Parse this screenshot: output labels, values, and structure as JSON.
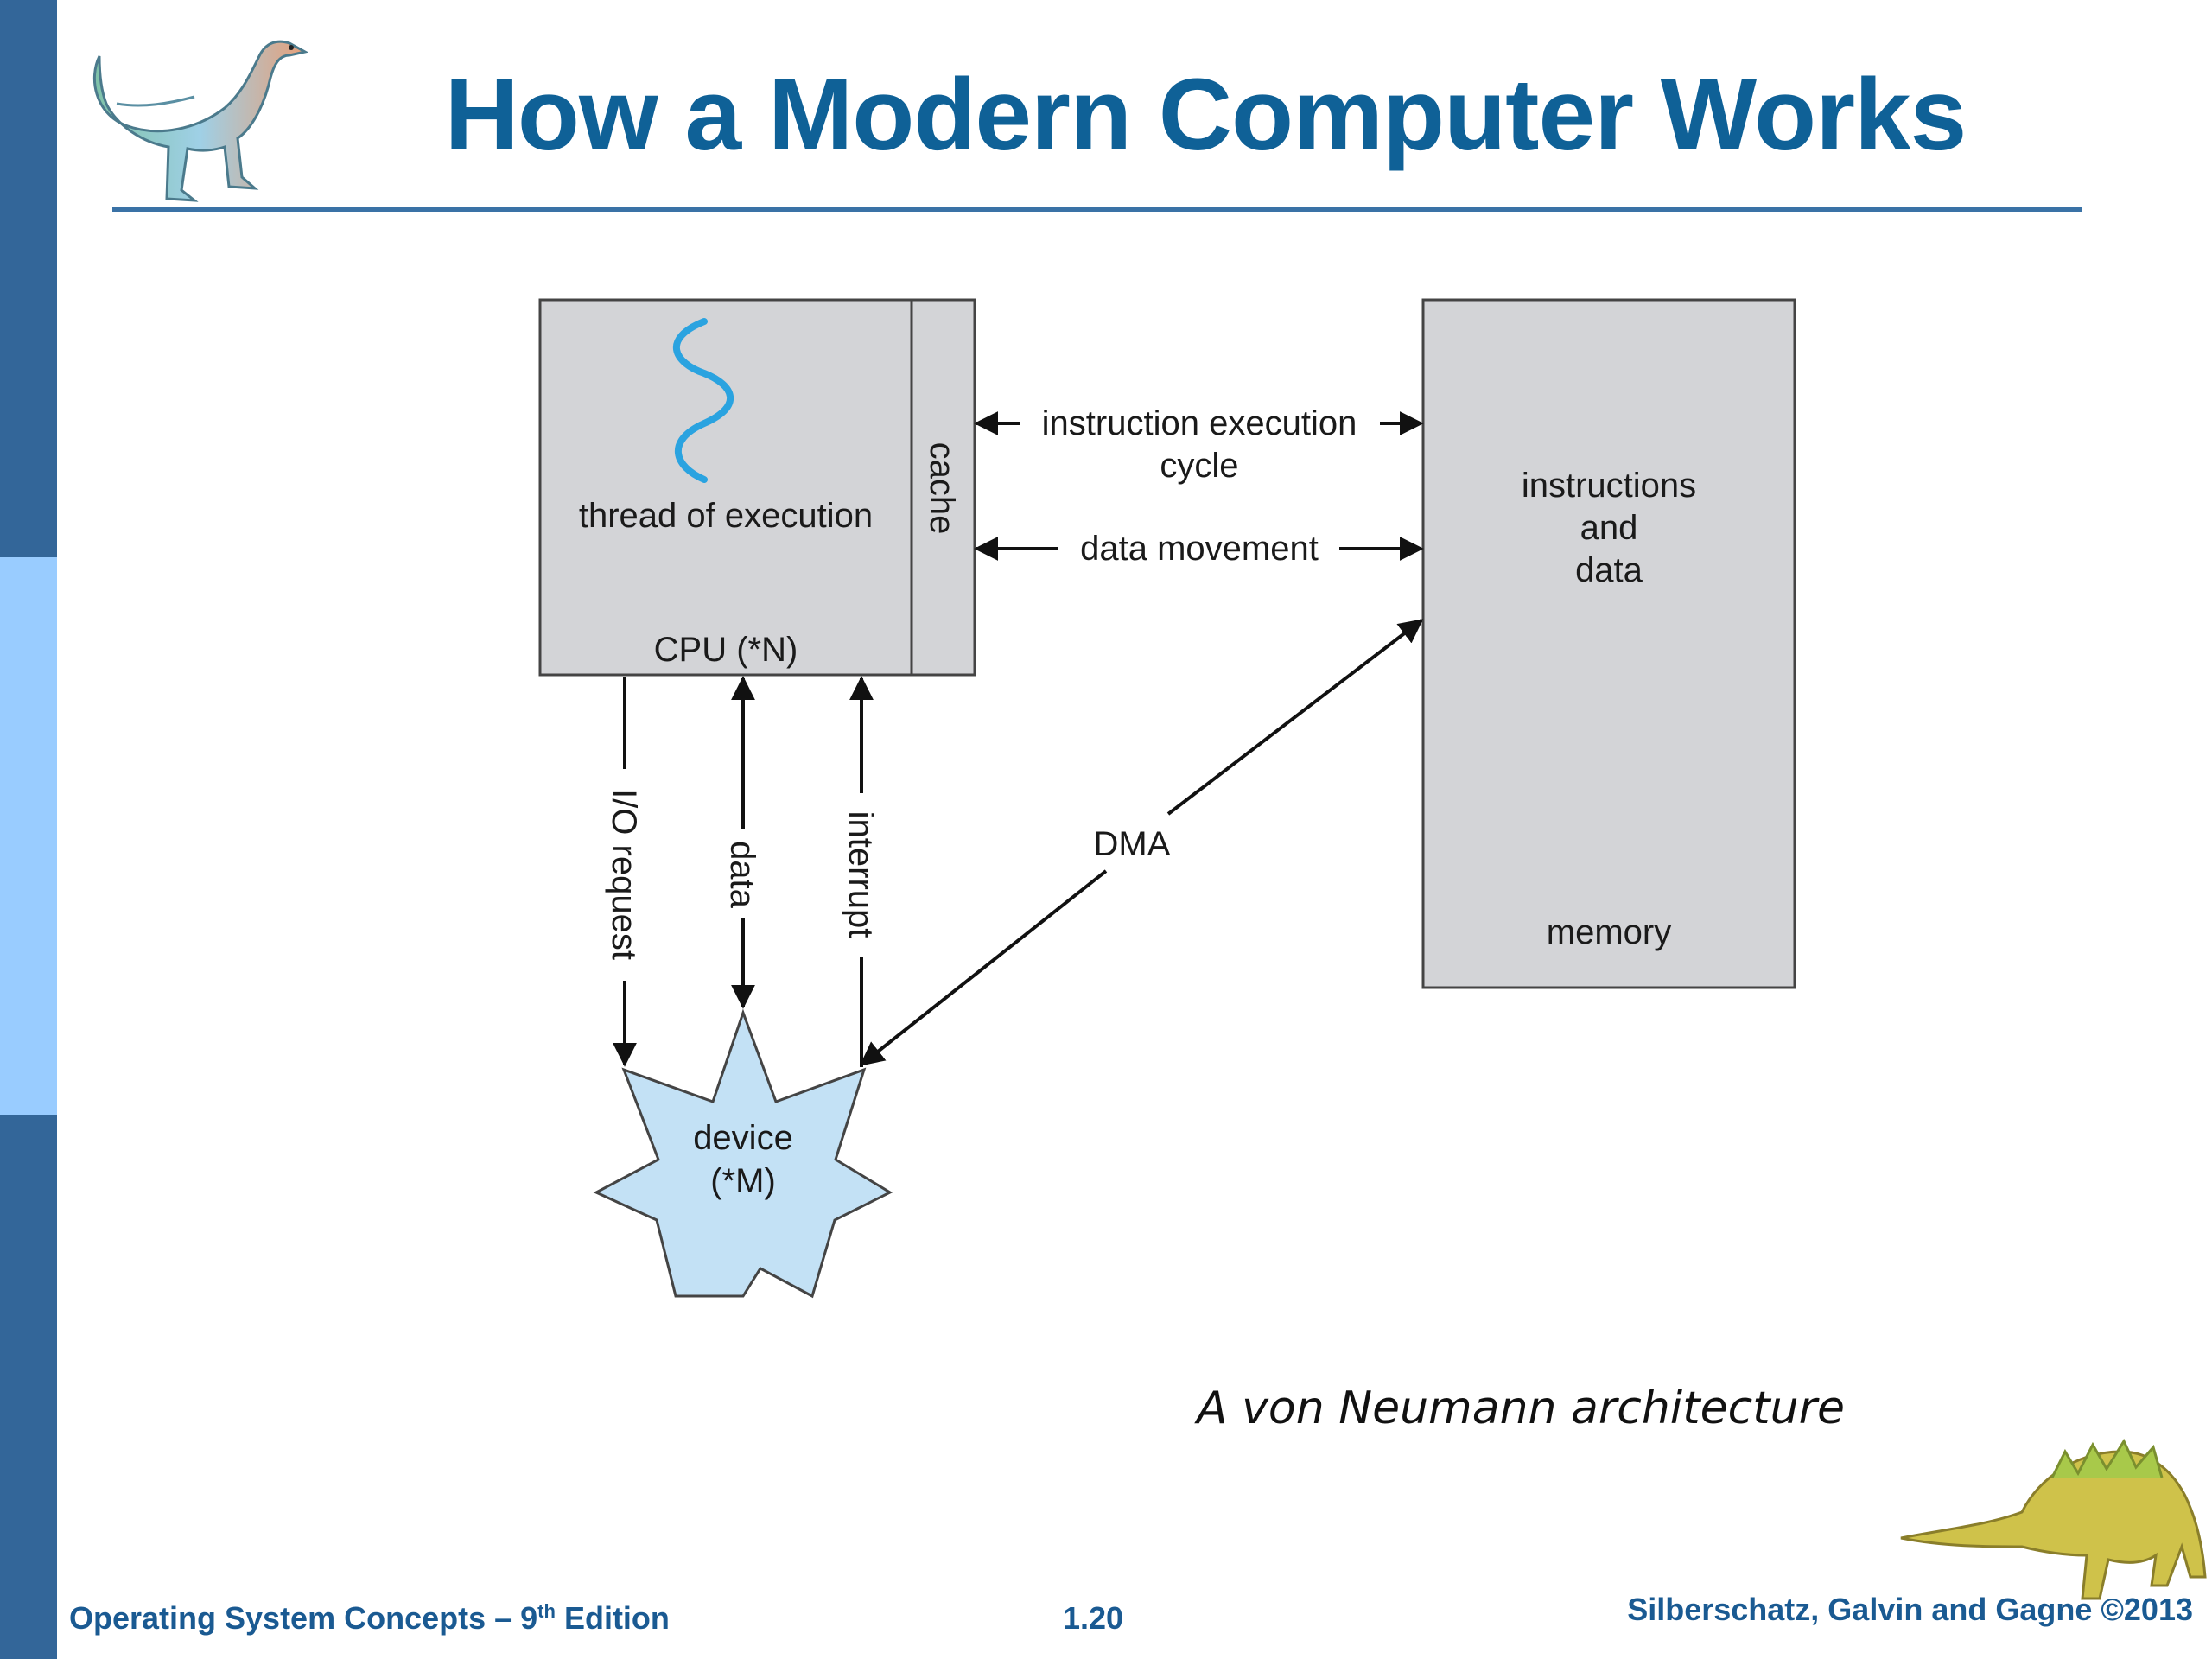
{
  "slide": {
    "title": "How a Modern Computer Works",
    "caption": "A von Neumann architecture",
    "footer_left_prefix": "Operating System Concepts – 9",
    "footer_left_sup": "th",
    "footer_left_suffix": " Edition",
    "page_number": "1.20",
    "copyright": "Silberschatz, Galvin and Gagne ©2013"
  },
  "diagram": {
    "cpu_thread_label": "thread of execution",
    "cpu_label": "CPU (*N)",
    "cache_label": "cache",
    "memory_contents_line1": "instructions",
    "memory_contents_line2": "and",
    "memory_contents_line3": "data",
    "memory_label": "memory",
    "instruction_cycle_line1": "instruction execution",
    "instruction_cycle_line2": "cycle",
    "data_movement": "data movement",
    "io_request": "I/O request",
    "data": "data",
    "interrupt": "interrupt",
    "dma": "DMA",
    "device_line1": "device",
    "device_line2": "(*M)"
  },
  "colors": {
    "title": "#0f6197",
    "sidebar_dark": "#336699",
    "sidebar_light": "#99ccff",
    "box_fill": "#d3d4d7",
    "device_fill": "#c3e1f5",
    "thread_wave": "#2aa3e0"
  }
}
